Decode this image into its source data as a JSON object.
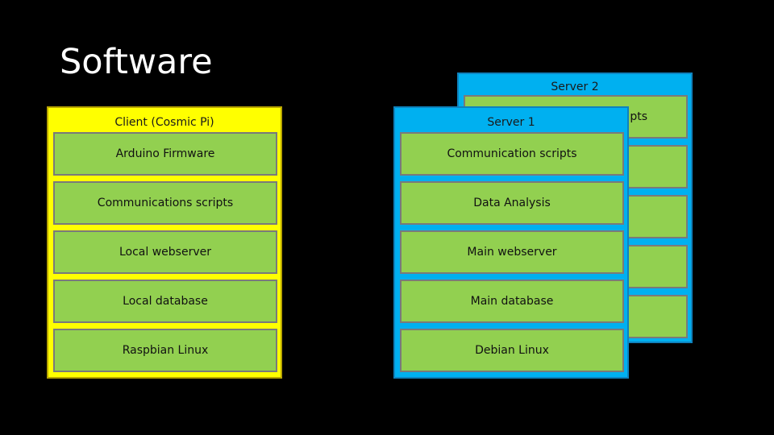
{
  "page": {
    "title": "Software"
  },
  "client": {
    "label": "Client (Cosmic Pi)",
    "layers": [
      "Arduino Firmware",
      "Communications scripts",
      "Local webserver",
      "Local database",
      "Raspbian Linux"
    ]
  },
  "server1": {
    "label": "Server 1",
    "layers": [
      "Communication scripts",
      "Data Analysis",
      "Main webserver",
      "Main database",
      "Debian Linux"
    ]
  },
  "server2": {
    "label": "Server 2",
    "visible_fragment": "pts"
  },
  "colors": {
    "background": "#000000",
    "client_panel": "#ffff00",
    "server_panel": "#00b0f0",
    "layer_box": "#92d050",
    "title_text": "#ffffff"
  }
}
